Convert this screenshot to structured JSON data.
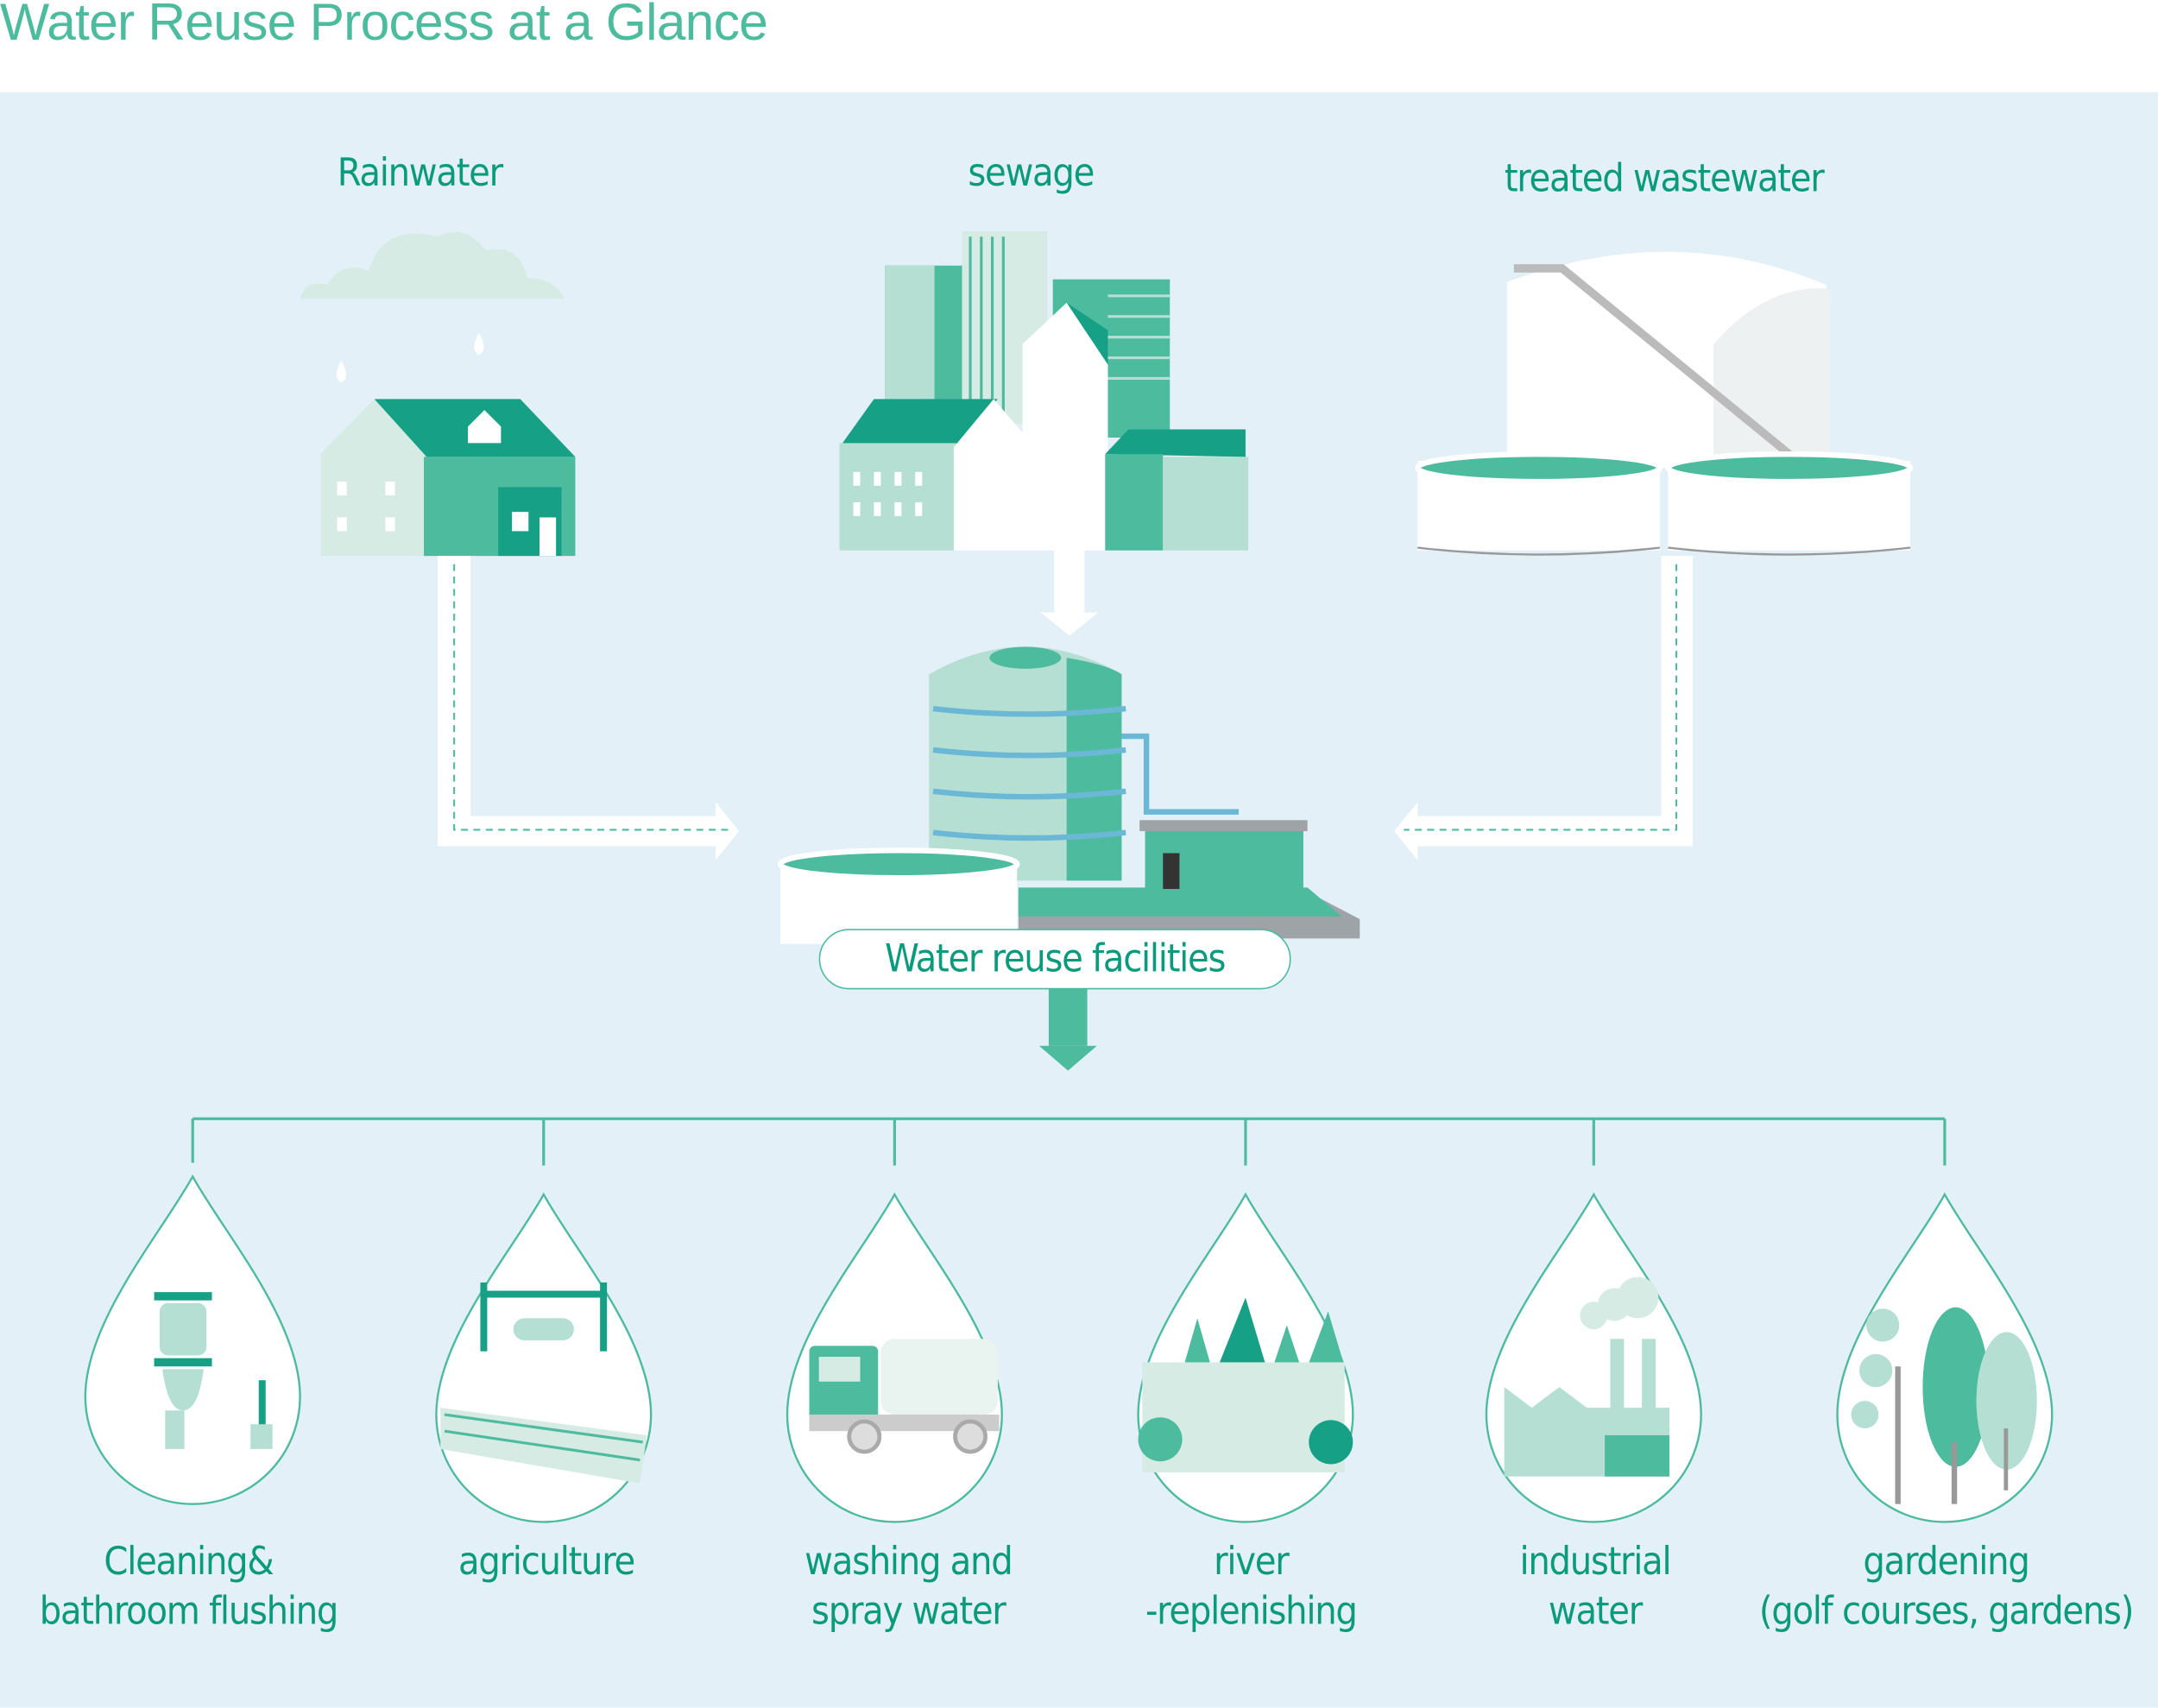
{
  "title": "Water Reuse Process at a Glance",
  "sources": [
    {
      "label": "Rainwater",
      "icon": "house-rain-icon"
    },
    {
      "label": "sewage",
      "icon": "city-buildings-icon"
    },
    {
      "label": "treated wastewater",
      "icon": "treatment-tanks-icon"
    }
  ],
  "facility": {
    "label": "Water reuse facilities",
    "icon": "water-reuse-plant-icon"
  },
  "uses": [
    {
      "line1": "Cleaning&",
      "line2": "bathroom flushing",
      "icon": "toilet-icon"
    },
    {
      "line1": "agriculture",
      "line2": "",
      "icon": "farm-sprinkler-icon"
    },
    {
      "line1": "washing and",
      "line2": "spray water",
      "icon": "water-truck-icon"
    },
    {
      "line1": "river",
      "line2": "-replenishing",
      "icon": "river-icon"
    },
    {
      "line1": "industrial",
      "line2": "water",
      "icon": "factory-icon"
    },
    {
      "line1": "gardening",
      "line2": "(golf courses, gardens)",
      "icon": "trees-icon"
    }
  ],
  "colors": {
    "accent": "#4dbb9e",
    "text": "#0a9a7c",
    "background": "#e3f0f8",
    "dark": "#16a085",
    "light": "#b5dfd3"
  }
}
